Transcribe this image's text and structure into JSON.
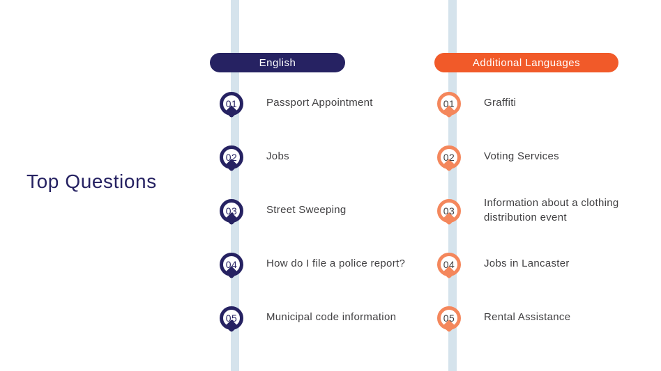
{
  "page": {
    "title": "Top Questions"
  },
  "colors": {
    "navy": "#262262",
    "orange": "#f15a29",
    "orange_pin_border": "#f4875c",
    "timeline_line": "#d5e3ec",
    "question_text": "#414042",
    "background": "#ffffff"
  },
  "columns": [
    {
      "id": "english",
      "header": "English",
      "accent": "#262262",
      "items": [
        {
          "number": "01",
          "label": "Passport Appointment"
        },
        {
          "number": "02",
          "label": "Jobs"
        },
        {
          "number": "03",
          "label": "Street Sweeping"
        },
        {
          "number": "04",
          "label": "How do I file a police report?"
        },
        {
          "number": "05",
          "label": "Municipal code information"
        }
      ]
    },
    {
      "id": "additional-languages",
      "header": "Additional Languages",
      "accent": "#f15a29",
      "items": [
        {
          "number": "01",
          "label": "Graffiti"
        },
        {
          "number": "02",
          "label": "Voting Services"
        },
        {
          "number": "03",
          "label": "Information about a clothing distribution event"
        },
        {
          "number": "04",
          "label": "Jobs in Lancaster"
        },
        {
          "number": "05",
          "label": "Rental Assistance"
        }
      ]
    }
  ]
}
